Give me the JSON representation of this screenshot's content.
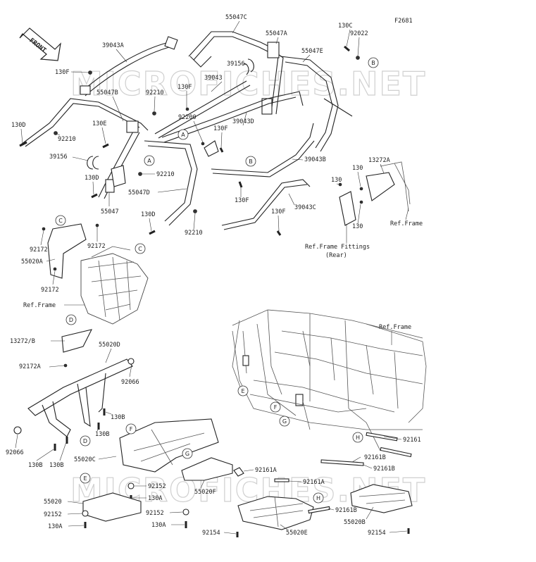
{
  "figure_code": "F2681",
  "front_label": "FRONT",
  "watermark_text": "MICROFICHES.NET",
  "callout_letters": [
    "A",
    "B",
    "C",
    "D",
    "E",
    "F",
    "G",
    "H"
  ],
  "part_labels": {
    "p55047C": "55047C",
    "p39043A": "39043A",
    "p55047A": "55047A",
    "p130C": "130C",
    "p92022": "92022",
    "p55047E": "55047E",
    "p130F_a": "130F",
    "p39156_a": "39156",
    "p39043": "39043",
    "p55047B": "55047B",
    "p92210_a": "92210",
    "p130F_b": "130F",
    "p130D_a": "130D",
    "p92210_b": "92210",
    "p130E": "130E",
    "p92200": "92200",
    "p130F_c": "130F",
    "p39043D": "39043D",
    "p39156_b": "39156",
    "p39043B": "39043B",
    "p13272A": "13272A",
    "p130D_b": "130D",
    "p92210_c": "92210",
    "p130_a": "130",
    "p130_b": "130",
    "p55047D": "55047D",
    "p130F_d": "130F",
    "p55047": "55047",
    "p39043C": "39043C",
    "p130F_e": "130F",
    "p130D_c": "130D",
    "p130_c": "130",
    "pRefFrame_a": "Ref.Frame",
    "p92210_d": "92210",
    "pRefFrameFittings": "Ref.Frame Fittings",
    "pRear": "(Rear)",
    "p92172_a": "92172",
    "p92172_b": "92172",
    "p55020A": "55020A",
    "p92172_c": "92172",
    "pRefFrame_b": "Ref.Frame",
    "pRefFrame_c": "Ref.Frame",
    "p13272B": "13272/B",
    "p55020D": "55020D",
    "p92172A": "92172A",
    "p92066_a": "92066",
    "p130B_a": "130B",
    "p130B_b": "130B",
    "p92066_b": "92066",
    "p130B_c": "130B",
    "p130B_d": "130B",
    "p55020C": "55020C",
    "p92152_a": "92152",
    "p130A_a": "130A",
    "p55020F": "55020F",
    "p55020": "55020",
    "p92152_b": "92152",
    "p130A_b": "130A",
    "p92152_c": "92152",
    "p130A_c": "130A",
    "p92161_a": "92161",
    "p92161B_a": "92161B",
    "p92161A_a": "92161A",
    "p92161B_b": "92161B",
    "p92161A_b": "92161A",
    "p92161B_c": "92161B",
    "p55020B": "55020B",
    "p92154_a": "92154",
    "p55020E": "55020E",
    "p92154_b": "92154"
  }
}
